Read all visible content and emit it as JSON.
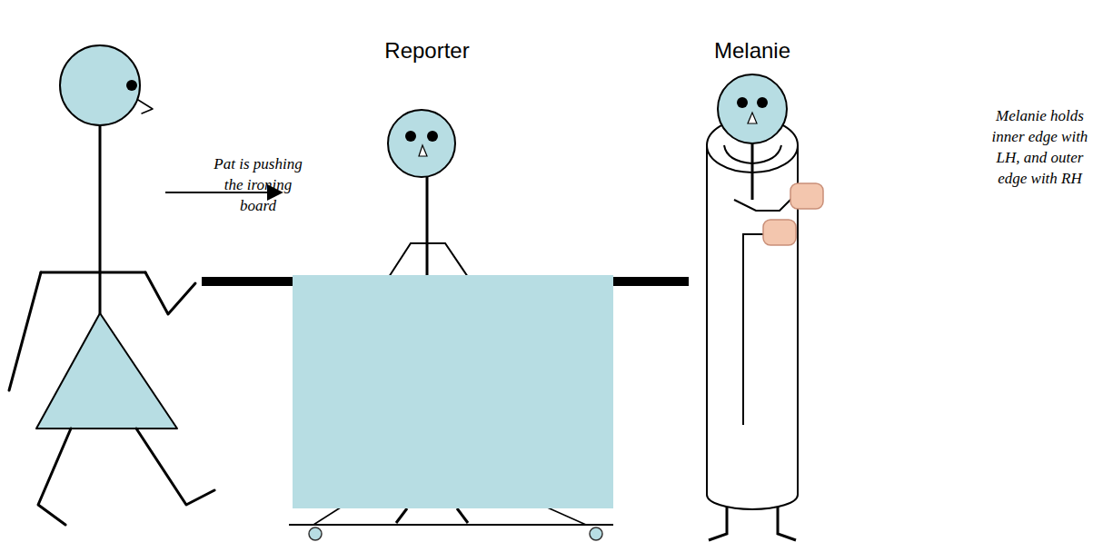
{
  "diagram": {
    "labels": [
      "Reporter",
      "Melanie",
      "Pat is pushing the ironing board",
      "Melanie holds inner edge with LH, and outer edge with RH"
    ]
  }
}
